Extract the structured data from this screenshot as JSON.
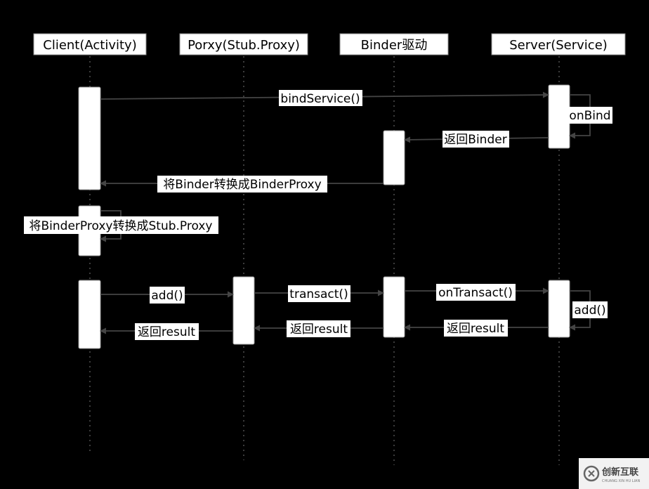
{
  "participants": {
    "client": "Client(Activity)",
    "proxy": "Porxy(Stub.Proxy)",
    "binder": "Binder驱动",
    "server": "Server(Service)"
  },
  "messages": {
    "bind_service": "bindService()",
    "on_bind": "onBind",
    "return_binder": "返回Binder",
    "convert_to_binder_proxy": "将Binder转换成BinderProxy",
    "convert_to_stub_proxy": "将BinderProxy转换成Stub.Proxy",
    "add_call": "add()",
    "transact": "transact()",
    "on_transact": "onTransact()",
    "server_add": "add()",
    "return_result_server": "返回result",
    "return_result_binder": "返回result",
    "return_result_proxy": "返回result"
  },
  "watermark": {
    "name": "创新互联",
    "sub": "CHUANG XIN HU LIAN"
  },
  "colors": {
    "background": "#000000",
    "box_fill": "#ffffff",
    "line": "#444444",
    "lifeline": "#555555",
    "text": "#000000"
  }
}
